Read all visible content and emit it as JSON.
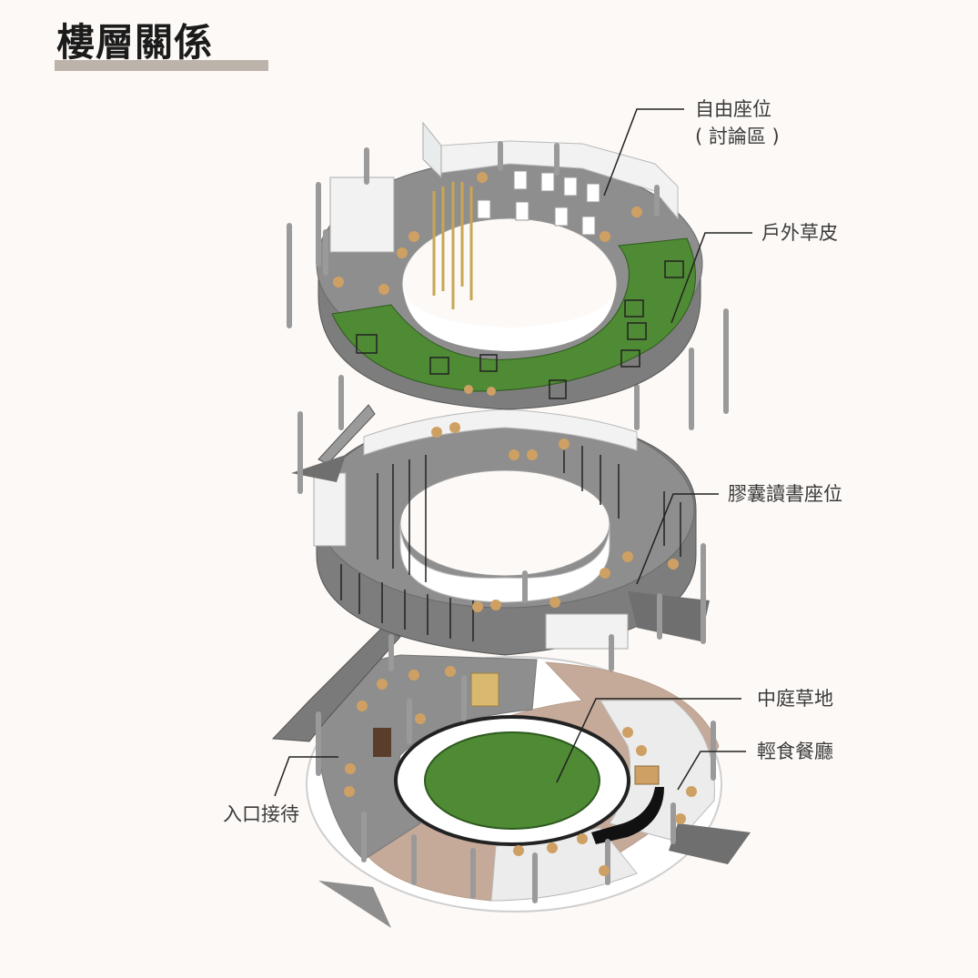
{
  "title": "樓層關係",
  "labels": {
    "free_seating": "自由座位",
    "free_seating_sub": "( 討論區 )",
    "outdoor_lawn": "戶外草皮",
    "capsule_seating": "膠囊讀書座位",
    "courtyard_lawn": "中庭草地",
    "light_dining": "輕食餐廳",
    "entrance_reception": "入口接待"
  },
  "colors": {
    "background": "#fcf9f6",
    "floor_gray": "#8e8e8e",
    "floor_dark": "#6f6f6f",
    "lawn_green": "#4f8a34",
    "courtyard_tan": "#c5aa99",
    "wall_white": "#f2f2f2",
    "furniture_wood": "#cfa063",
    "title_bar": "#bcb3aa"
  }
}
